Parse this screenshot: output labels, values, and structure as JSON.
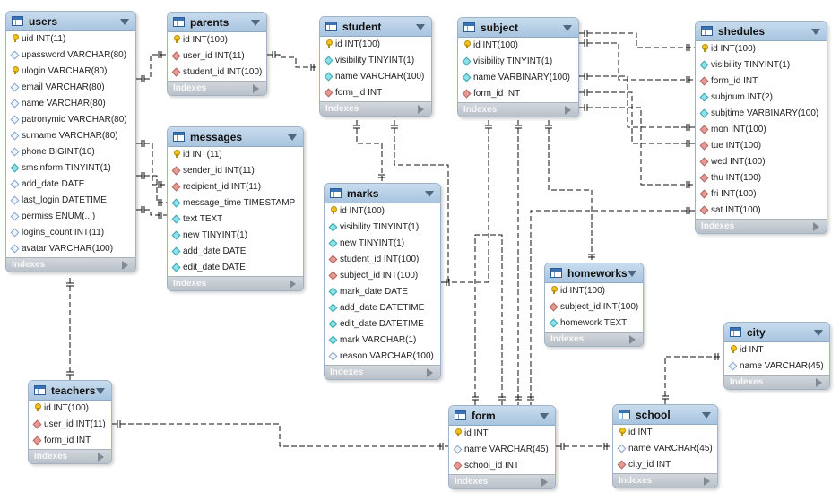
{
  "tables": [
    {
      "id": "users",
      "name": "users",
      "footer": "Indexes",
      "columns": [
        {
          "text": "uid INT(11)",
          "kind": "pk"
        },
        {
          "text": "upassword VARCHAR(80)",
          "kind": "col"
        },
        {
          "text": "ulogin VARCHAR(80)",
          "kind": "pk"
        },
        {
          "text": "email VARCHAR(80)",
          "kind": "col"
        },
        {
          "text": "name VARCHAR(80)",
          "kind": "col"
        },
        {
          "text": "patronymic VARCHAR(80)",
          "kind": "col"
        },
        {
          "text": "surname VARCHAR(80)",
          "kind": "col"
        },
        {
          "text": "phone BIGINT(10)",
          "kind": "col"
        },
        {
          "text": "smsinform TINYINT(1)",
          "kind": "nn"
        },
        {
          "text": "add_date DATE",
          "kind": "col"
        },
        {
          "text": "last_login DATETIME",
          "kind": "col"
        },
        {
          "text": "permiss ENUM(...)",
          "kind": "col"
        },
        {
          "text": "logins_count INT(11)",
          "kind": "col"
        },
        {
          "text": "avatar VARCHAR(100)",
          "kind": "col"
        }
      ]
    },
    {
      "id": "parents",
      "name": "parents",
      "footer": "Indexes",
      "columns": [
        {
          "text": "id INT(100)",
          "kind": "pk"
        },
        {
          "text": "user_id INT(11)",
          "kind": "fk"
        },
        {
          "text": "student_id INT(100)",
          "kind": "fk"
        }
      ]
    },
    {
      "id": "messages",
      "name": "messages",
      "footer": "Indexes",
      "columns": [
        {
          "text": "id INT(11)",
          "kind": "pk"
        },
        {
          "text": "sender_id INT(11)",
          "kind": "fk"
        },
        {
          "text": "recipient_id INT(11)",
          "kind": "fk"
        },
        {
          "text": "message_time TIMESTAMP",
          "kind": "nn"
        },
        {
          "text": "text TEXT",
          "kind": "nn"
        },
        {
          "text": "new TINYINT(1)",
          "kind": "nn"
        },
        {
          "text": "add_date DATE",
          "kind": "nn"
        },
        {
          "text": "edit_date DATE",
          "kind": "nn"
        }
      ]
    },
    {
      "id": "student",
      "name": "student",
      "footer": "Indexes",
      "columns": [
        {
          "text": "id INT(100)",
          "kind": "pk"
        },
        {
          "text": "visibility TINYINT(1)",
          "kind": "nn"
        },
        {
          "text": "name VARCHAR(100)",
          "kind": "nn"
        },
        {
          "text": "form_id INT",
          "kind": "fk"
        }
      ]
    },
    {
      "id": "subject",
      "name": "subject",
      "footer": "Indexes",
      "columns": [
        {
          "text": "id INT(100)",
          "kind": "pk"
        },
        {
          "text": "visibility TINYINT(1)",
          "kind": "nn"
        },
        {
          "text": "name VARBINARY(100)",
          "kind": "nn"
        },
        {
          "text": "form_id INT",
          "kind": "fk"
        }
      ]
    },
    {
      "id": "shedules",
      "name": "shedules",
      "footer": "Indexes",
      "columns": [
        {
          "text": "id INT(100)",
          "kind": "pk"
        },
        {
          "text": "visibility TINYINT(1)",
          "kind": "nn"
        },
        {
          "text": "form_id INT",
          "kind": "fk"
        },
        {
          "text": "subjnum INT(2)",
          "kind": "nn"
        },
        {
          "text": "subjtime VARBINARY(100)",
          "kind": "nn"
        },
        {
          "text": "mon INT(100)",
          "kind": "fk"
        },
        {
          "text": "tue INT(100)",
          "kind": "fk"
        },
        {
          "text": "wed INT(100)",
          "kind": "fk"
        },
        {
          "text": "thu INT(100)",
          "kind": "fk"
        },
        {
          "text": "fri INT(100)",
          "kind": "fk"
        },
        {
          "text": "sat INT(100)",
          "kind": "fk"
        }
      ]
    },
    {
      "id": "marks",
      "name": "marks",
      "footer": "Indexes",
      "columns": [
        {
          "text": "id INT(100)",
          "kind": "pk"
        },
        {
          "text": "visibility TINYINT(1)",
          "kind": "nn"
        },
        {
          "text": "new TINYINT(1)",
          "kind": "nn"
        },
        {
          "text": "student_id INT(100)",
          "kind": "fk"
        },
        {
          "text": "subject_id INT(100)",
          "kind": "fk"
        },
        {
          "text": "mark_date DATE",
          "kind": "nn"
        },
        {
          "text": "add_date DATETIME",
          "kind": "nn"
        },
        {
          "text": "edit_date DATETIME",
          "kind": "nn"
        },
        {
          "text": "mark VARCHAR(1)",
          "kind": "nn"
        },
        {
          "text": "reason VARCHAR(100)",
          "kind": "col"
        }
      ]
    },
    {
      "id": "homeworks",
      "name": "homeworks",
      "footer": "Indexes",
      "columns": [
        {
          "text": "id INT(100)",
          "kind": "pk"
        },
        {
          "text": "subject_id INT(100)",
          "kind": "fk"
        },
        {
          "text": "homework TEXT",
          "kind": "nn"
        }
      ]
    },
    {
      "id": "city",
      "name": "city",
      "footer": "Indexes",
      "columns": [
        {
          "text": "id INT",
          "kind": "pk"
        },
        {
          "text": "name VARCHAR(45)",
          "kind": "col"
        }
      ]
    },
    {
      "id": "teachers",
      "name": "teachers",
      "footer": "Indexes",
      "columns": [
        {
          "text": "id INT(100)",
          "kind": "pk"
        },
        {
          "text": "user_id INT(11)",
          "kind": "fk"
        },
        {
          "text": "form_id INT",
          "kind": "fk"
        }
      ]
    },
    {
      "id": "form",
      "name": "form",
      "footer": "Indexes",
      "columns": [
        {
          "text": "id INT",
          "kind": "pk"
        },
        {
          "text": "name VARCHAR(45)",
          "kind": "col"
        },
        {
          "text": "school_id INT",
          "kind": "fk"
        }
      ]
    },
    {
      "id": "school",
      "name": "school",
      "footer": "Indexes",
      "columns": [
        {
          "text": "id INT",
          "kind": "pk"
        },
        {
          "text": "name VARCHAR(45)",
          "kind": "col"
        },
        {
          "text": "city_id INT",
          "kind": "fk"
        }
      ]
    }
  ],
  "relationships": [
    {
      "from": "parents",
      "to": "users"
    },
    {
      "from": "parents",
      "to": "student"
    },
    {
      "from": "messages",
      "to": "users"
    },
    {
      "from": "teachers",
      "to": "users"
    },
    {
      "from": "teachers",
      "to": "form"
    },
    {
      "from": "marks",
      "to": "student"
    },
    {
      "from": "marks",
      "to": "subject"
    },
    {
      "from": "homeworks",
      "to": "subject"
    },
    {
      "from": "shedules",
      "to": "subject"
    },
    {
      "from": "shedules",
      "to": "form"
    },
    {
      "from": "student",
      "to": "form"
    },
    {
      "from": "subject",
      "to": "form"
    },
    {
      "from": "form",
      "to": "school"
    },
    {
      "from": "school",
      "to": "city"
    }
  ],
  "colors": {
    "header": "#b8d0e8",
    "border": "#9fb3c8",
    "footer": "#c4cad1",
    "line": "#111111"
  }
}
